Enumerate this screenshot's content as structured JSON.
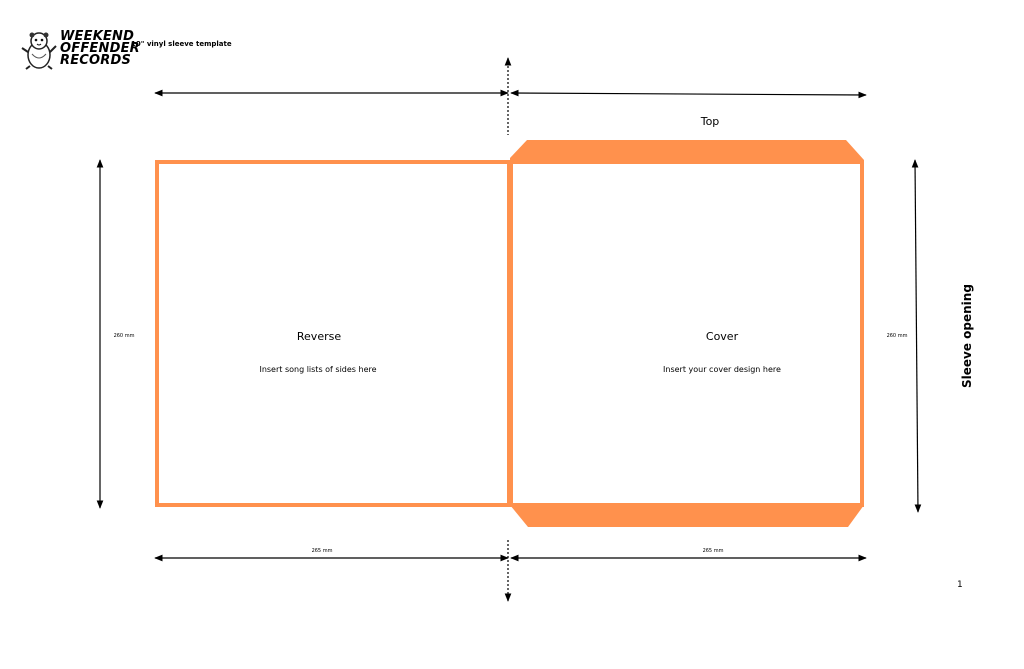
{
  "header": {
    "logo_lines": [
      "WEEKEND",
      "OFFENDER",
      "RECORDS"
    ],
    "subtitle": "10\" vinyl sleeve template"
  },
  "panels": {
    "reverse": {
      "title": "Reverse",
      "hint": "Insert song lists of sides here"
    },
    "cover": {
      "title": "Cover",
      "hint": "Insert your cover design here"
    }
  },
  "labels": {
    "top": "Top",
    "sleeve_opening": "Sleeve opening",
    "height_left": "260 mm",
    "height_right": "260 mm",
    "width_left": "265 mm",
    "width_right": "265 mm"
  },
  "page_number": "1",
  "colors": {
    "accent": "#FF914D",
    "line": "#000000"
  },
  "icons": {
    "logo": "gopher-mascot-icon"
  }
}
